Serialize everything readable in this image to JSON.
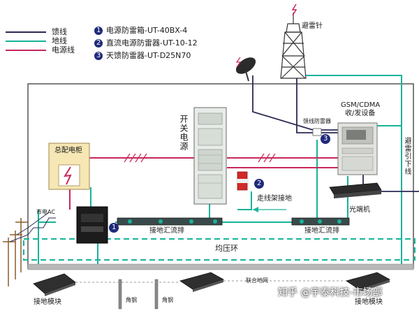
{
  "legend": {
    "items": [
      {
        "label": "馈线",
        "color": "#2a2a55"
      },
      {
        "label": "地线",
        "color": "#18b39a"
      },
      {
        "label": "电源线",
        "color": "#c8285a"
      }
    ]
  },
  "devices": [
    {
      "num": "1",
      "label": "电源防雷箱-UT-40BX-4"
    },
    {
      "num": "2",
      "label": "直流电源防雷器-UT-10-12"
    },
    {
      "num": "3",
      "label": "天馈防雷器-UT-D25N70"
    }
  ],
  "labels": {
    "lightning_rod": "避雷针",
    "bts_line1": "GSM/CDMA",
    "bts_line2": "收/发设备",
    "feeder_arrester": "馈线防雷器",
    "down_conductor": "避雷引下线",
    "switch_power": "开关电源",
    "main_panel": "总配电柜",
    "mains_ac": "市电AC",
    "cable_tray_ground": "走线架接地",
    "optical_terminal": "光端机",
    "ground_bus_1": "接地汇流排",
    "ground_bus_2": "接地汇流排",
    "equalizing_ring": "均压环",
    "ground_network": "联合地网",
    "ground_module_1": "接地模块",
    "ground_module_2": "接地模块",
    "angle_steel_1": "角钢",
    "angle_steel_2": "角钢"
  },
  "watermark": "知乎 @宇泰科技-市场部",
  "colors": {
    "feeder": "#2a2a55",
    "ground": "#18b39a",
    "power": "#c8285a",
    "marker": "#1f2a7a"
  }
}
